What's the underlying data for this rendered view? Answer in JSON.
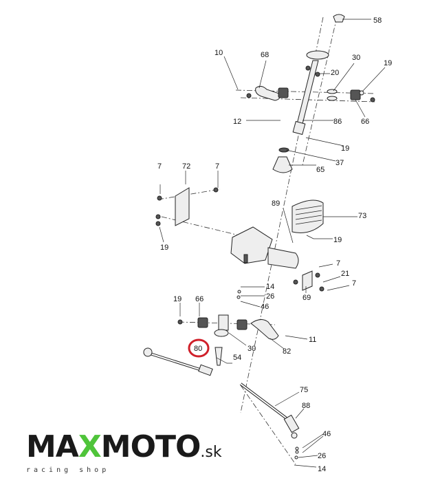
{
  "diagram": {
    "title": "Steering assembly exploded view",
    "highlight_color": "#d0202a",
    "highlighted_part": "80",
    "labels": [
      "58",
      "10",
      "68",
      "30",
      "19",
      "20",
      "12",
      "86",
      "66",
      "19",
      "37",
      "65",
      "7",
      "72",
      "7",
      "89",
      "73",
      "19",
      "19",
      "7",
      "21",
      "7",
      "14",
      "26",
      "46",
      "69",
      "19",
      "66",
      "11",
      "30",
      "82",
      "80",
      "54",
      "75",
      "88",
      "46",
      "26",
      "14"
    ]
  },
  "logo": {
    "brand_pre": "MA",
    "brand_x": "X",
    "brand_post": "MOTO",
    "brand_tld": ".sk",
    "tagline": "racing shop",
    "accent": "#4fc43a"
  }
}
